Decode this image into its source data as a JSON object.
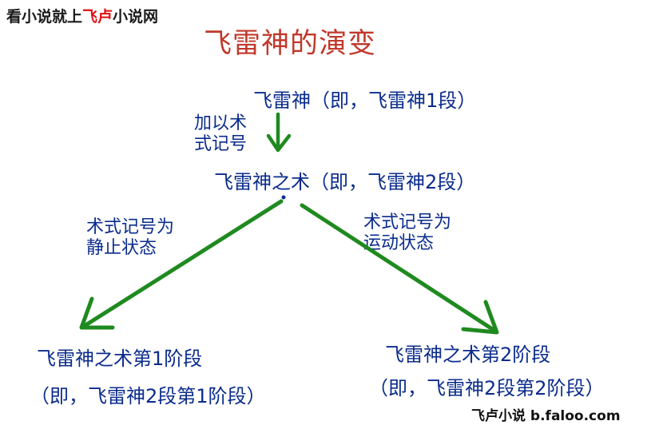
{
  "watermark_top": {
    "prefix": "看小说就上",
    "highlight": "飞卢",
    "suffix": "小说网"
  },
  "title": "飞雷神的演变",
  "nodes": {
    "top": "飞雷神（即，飞雷神1段）",
    "mid": "飞雷神之术（即，飞雷神2段）",
    "left_line1": "飞雷神之术第1阶段",
    "left_line2": "（即，飞雷神2段第1阶段）",
    "right_line1": "飞雷神之术第2阶段",
    "right_line2": "（即，飞雷神2段第2阶段）"
  },
  "edge_labels": {
    "top": {
      "line1": "加以术",
      "line2": "式记号"
    },
    "left": {
      "line1": "术式记号为",
      "line2": "静止状态"
    },
    "right": {
      "line1": "术式记号为",
      "line2": "运动状态"
    }
  },
  "watermark_bottom": "飞卢小说 b.faloo.com",
  "colors": {
    "title": "#c0392b",
    "node_text": "#0b2c8c",
    "arrow": "#1f8a1f",
    "watermark_highlight": "#e01010"
  }
}
